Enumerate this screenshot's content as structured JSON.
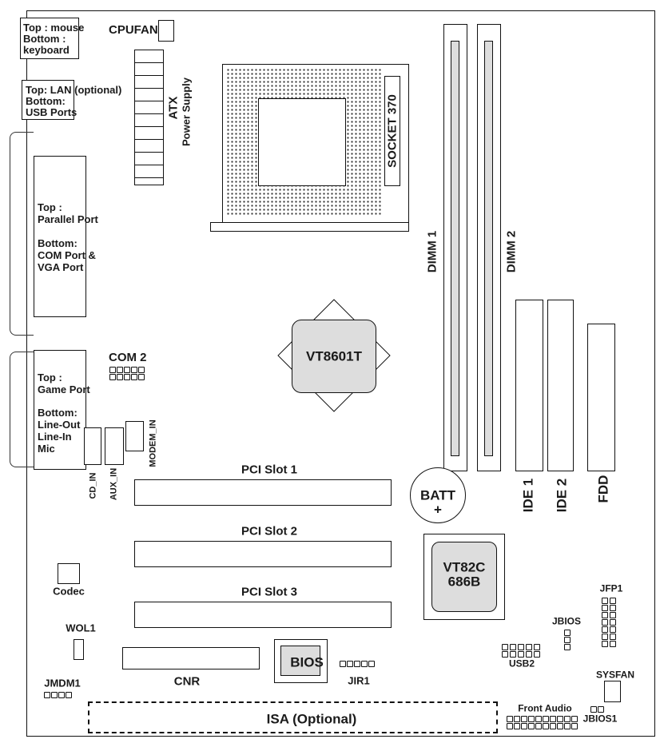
{
  "ports": {
    "ps2": [
      "Top : mouse",
      "Bottom :",
      "keyboard"
    ],
    "lan": [
      "Top: LAN (optional)",
      "Bottom:",
      "USB Ports"
    ],
    "parallel": [
      "Top :",
      "Parallel Port",
      "",
      "Bottom:",
      "COM Port &",
      "VGA Port"
    ],
    "game": [
      "Top :",
      "Game Port",
      "",
      "Bottom:",
      "Line-Out",
      "Line-In",
      "Mic"
    ]
  },
  "labels": {
    "cpufan": "CPUFAN",
    "atx": "ATX",
    "atx2": "Power Supply",
    "socket": "SOCKET 370",
    "dimm1": "DIMM 1",
    "dimm2": "DIMM 2",
    "northbridge": "VT8601T",
    "com2": "COM 2",
    "cd_in": "CD_IN",
    "aux_in": "AUX_IN",
    "modem_in": "MODEM_IN",
    "ide1": "IDE 1",
    "ide2": "IDE 2",
    "fdd": "FDD",
    "pci1": "PCI Slot 1",
    "pci2": "PCI Slot 2",
    "pci3": "PCI Slot 3",
    "batt": "BATT",
    "batt_plus": "+",
    "southbridge1": "VT82C",
    "southbridge2": "686B",
    "codec": "Codec",
    "wol1": "WOL1",
    "jmdm1": "JMDM1",
    "cnr": "CNR",
    "bios": "BIOS",
    "jir1": "JIR1",
    "isa": "ISA (Optional)",
    "usb2": "USB2",
    "jbios": "JBIOS",
    "jfp1": "JFP1",
    "sysfan": "SYSFAN",
    "jbios1": "JBIOS1",
    "front_audio": "Front Audio"
  }
}
